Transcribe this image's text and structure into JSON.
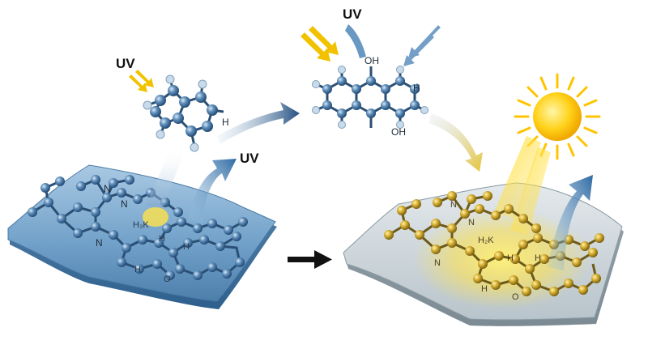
{
  "labels": {
    "uv_top_left": "UV",
    "uv_top_center": "UV",
    "uv_mid": "UV",
    "mol1_h": "H",
    "mol2_oh_top": "OH",
    "mol2_oh_bottom": "OH",
    "mol2_h": "H",
    "left_n1": "N",
    "left_n2": "N",
    "left_n3": "N",
    "left_h3k": "H₃K",
    "left_h1": "H",
    "left_h2": "H",
    "left_h3": "H",
    "left_o": "O",
    "right_n1": "N",
    "right_n2": "N",
    "right_n3": "N",
    "right_h2k": "H₂K",
    "right_h1": "H",
    "right_h2": "H",
    "right_h3": "H",
    "right_o": "O"
  },
  "colors": {
    "atom_blue": "#3f6f9c",
    "atom_light": "#a9c4dd",
    "atom_gold": "#b8972a",
    "arrow_yellow": "#f2c200",
    "arrow_blue": "#2e5f93",
    "sun": "#ffd21a",
    "surface_blue": "#6ea0c8",
    "surface_grey": "#c8d2d8"
  },
  "icons": [
    "uv-arrow-icon",
    "sun-icon",
    "process-arrow-icon"
  ]
}
